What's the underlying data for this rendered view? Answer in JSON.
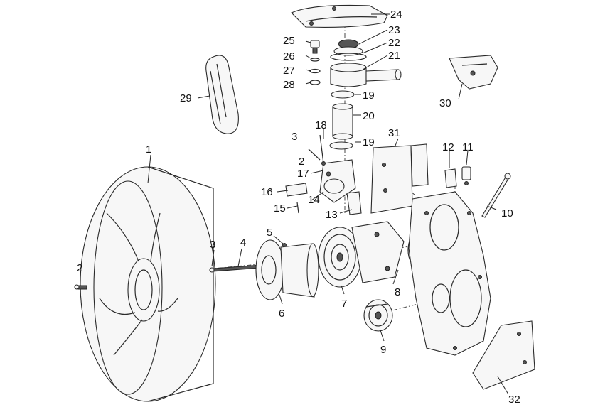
{
  "diagram": {
    "callouts": [
      {
        "id": "1",
        "label": "1"
      },
      {
        "id": "2a",
        "label": "2"
      },
      {
        "id": "2b",
        "label": "2"
      },
      {
        "id": "3a",
        "label": "3"
      },
      {
        "id": "3b",
        "label": "3"
      },
      {
        "id": "4",
        "label": "4"
      },
      {
        "id": "5",
        "label": "5"
      },
      {
        "id": "6",
        "label": "6"
      },
      {
        "id": "7",
        "label": "7"
      },
      {
        "id": "8",
        "label": "8"
      },
      {
        "id": "9",
        "label": "9"
      },
      {
        "id": "10",
        "label": "10"
      },
      {
        "id": "11",
        "label": "11"
      },
      {
        "id": "12",
        "label": "12"
      },
      {
        "id": "13",
        "label": "13"
      },
      {
        "id": "14",
        "label": "14"
      },
      {
        "id": "15",
        "label": "15"
      },
      {
        "id": "16",
        "label": "16"
      },
      {
        "id": "17",
        "label": "17"
      },
      {
        "id": "18",
        "label": "18"
      },
      {
        "id": "19a",
        "label": "19"
      },
      {
        "id": "19b",
        "label": "19"
      },
      {
        "id": "20",
        "label": "20"
      },
      {
        "id": "21",
        "label": "21"
      },
      {
        "id": "22",
        "label": "22"
      },
      {
        "id": "23",
        "label": "23"
      },
      {
        "id": "24",
        "label": "24"
      },
      {
        "id": "25",
        "label": "25"
      },
      {
        "id": "26",
        "label": "26"
      },
      {
        "id": "27",
        "label": "27"
      },
      {
        "id": "28",
        "label": "28"
      },
      {
        "id": "29",
        "label": "29"
      },
      {
        "id": "30",
        "label": "30"
      },
      {
        "id": "31",
        "label": "31"
      },
      {
        "id": "32",
        "label": "32"
      }
    ]
  }
}
